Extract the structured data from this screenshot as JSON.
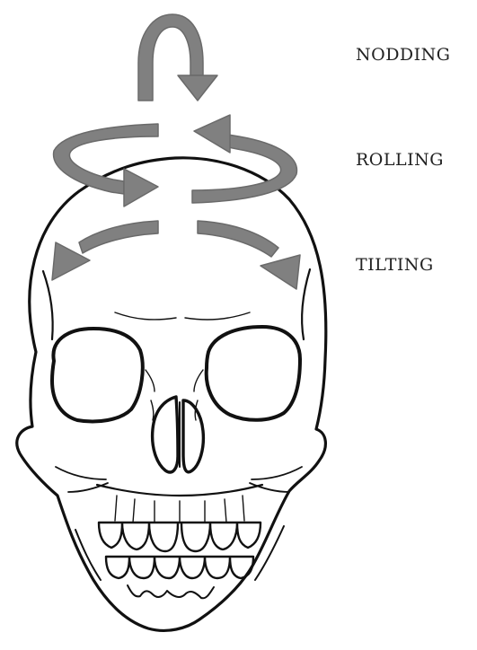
{
  "labels": {
    "nodding": "NODDING",
    "rolling": "ROLLING",
    "tilting": "TILTING"
  },
  "colors": {
    "arrow": "#808080",
    "line": "#111111",
    "background": "#ffffff"
  },
  "icons": [
    "skull-icon",
    "nodding-arrow-icon",
    "rolling-arrow-icon",
    "tilting-arrow-icon"
  ]
}
